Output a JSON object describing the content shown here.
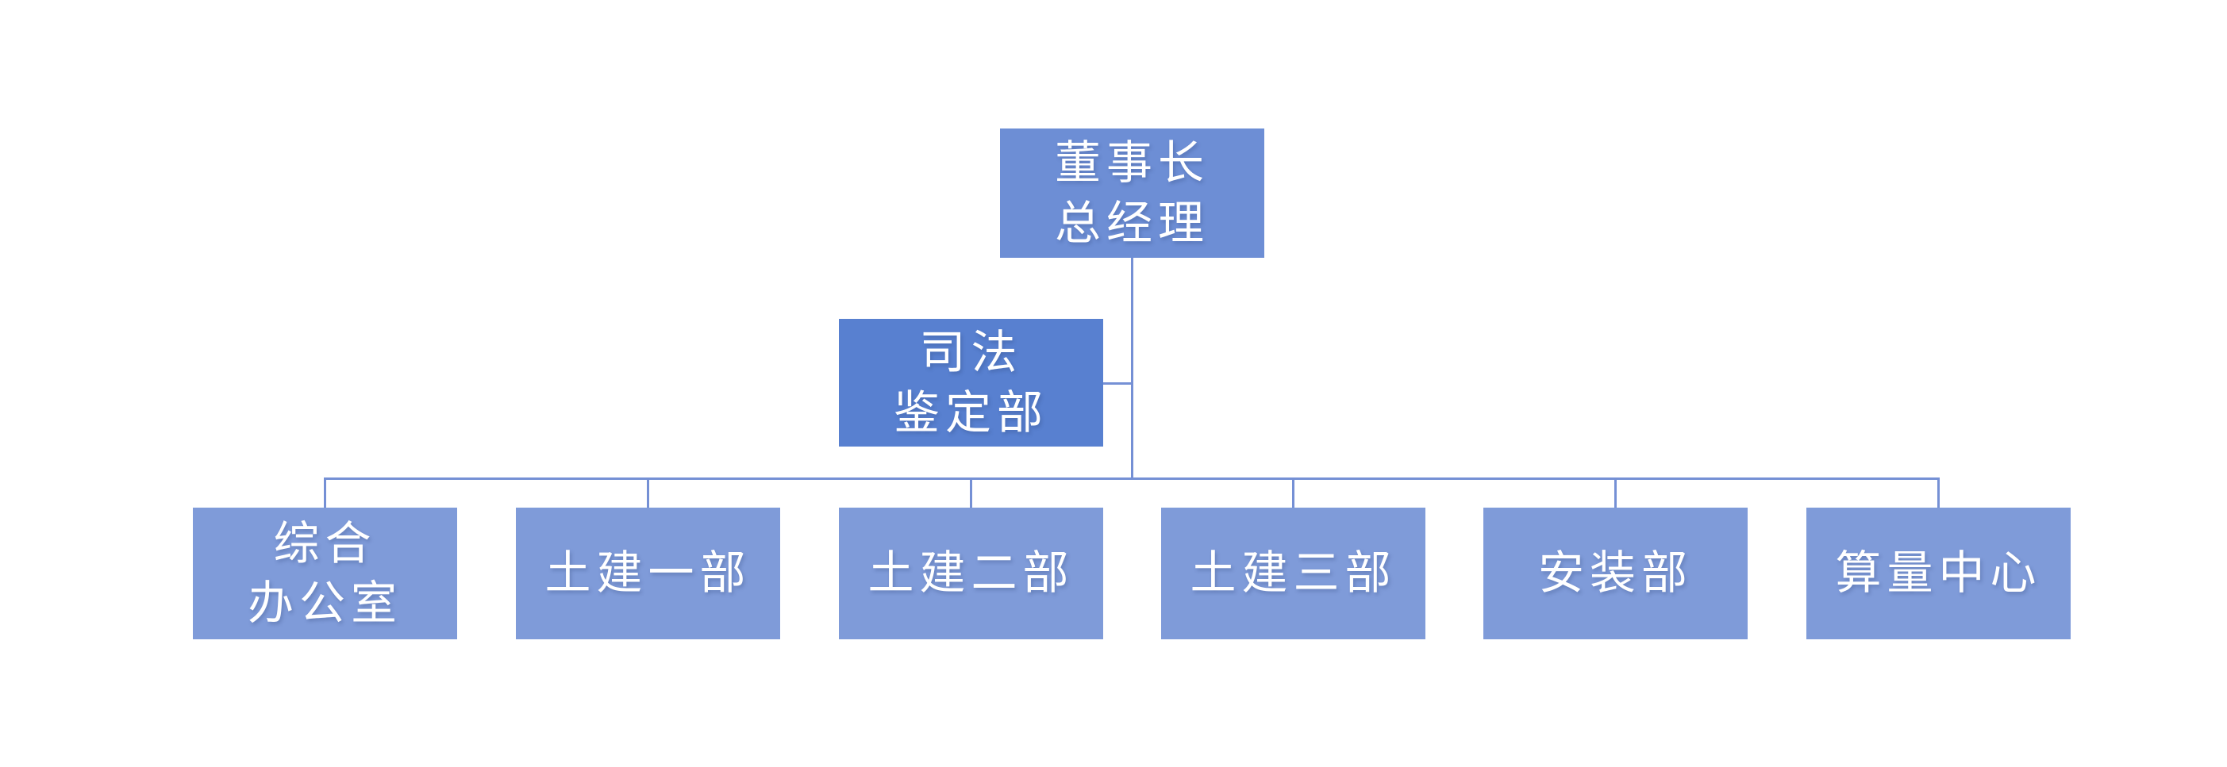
{
  "org_chart": {
    "root": {
      "line1": "董事长",
      "line2": "总经理"
    },
    "assistant": {
      "line1": "司法",
      "line2": "鉴定部"
    },
    "departments": [
      {
        "line1": "综合",
        "line2": "办公室"
      },
      {
        "label": "土建一部"
      },
      {
        "label": "土建二部"
      },
      {
        "label": "土建三部"
      },
      {
        "label": "安装部"
      },
      {
        "label": "算量中心"
      }
    ],
    "colors": {
      "root_fill": "#6D8ED5",
      "assistant_fill": "#5880D0",
      "department_fill": "#7F9BD9",
      "connector": "#7590D5",
      "text": "#FFFFFF",
      "background": "#FFFFFF"
    }
  }
}
